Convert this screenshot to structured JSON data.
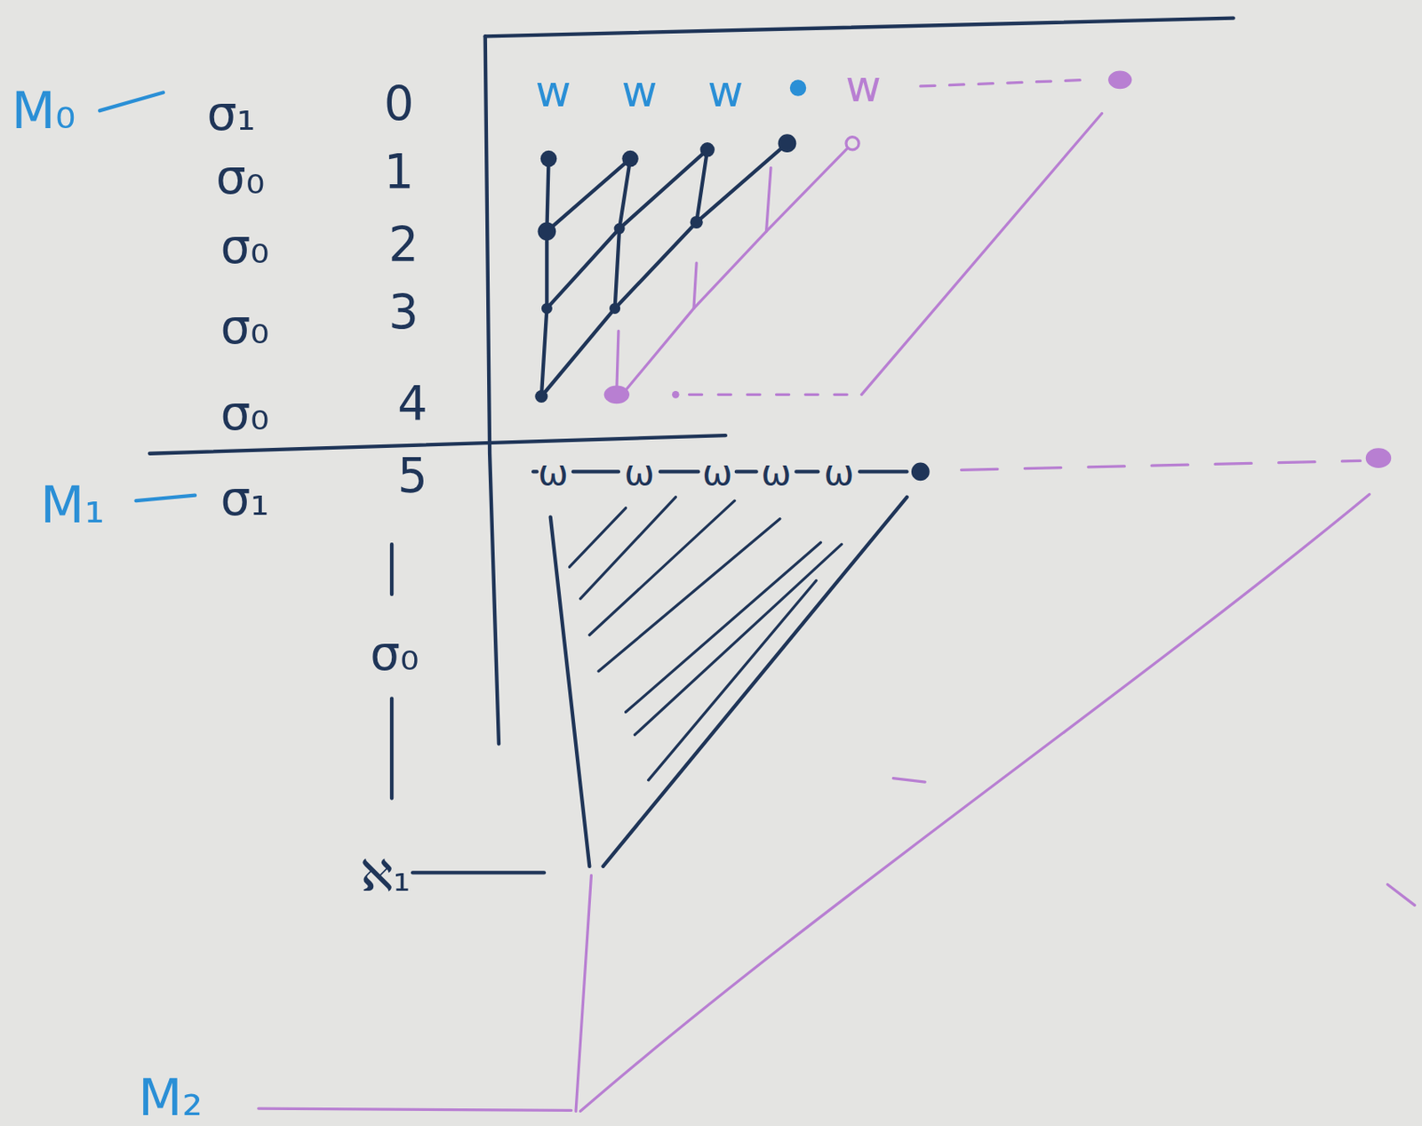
{
  "diagram": {
    "labels": [
      "M₀",
      "σ₁",
      "0",
      "w",
      "w",
      "w",
      "w",
      "σ₀",
      "1",
      "σ₀",
      "2",
      "σ₀",
      "3",
      "σ₀",
      "4",
      "M₁",
      "σ₁",
      "5",
      "ω",
      "ω",
      "ω",
      "ω",
      "ω",
      "σ₀",
      "ℵ₁",
      "M₂"
    ]
  }
}
